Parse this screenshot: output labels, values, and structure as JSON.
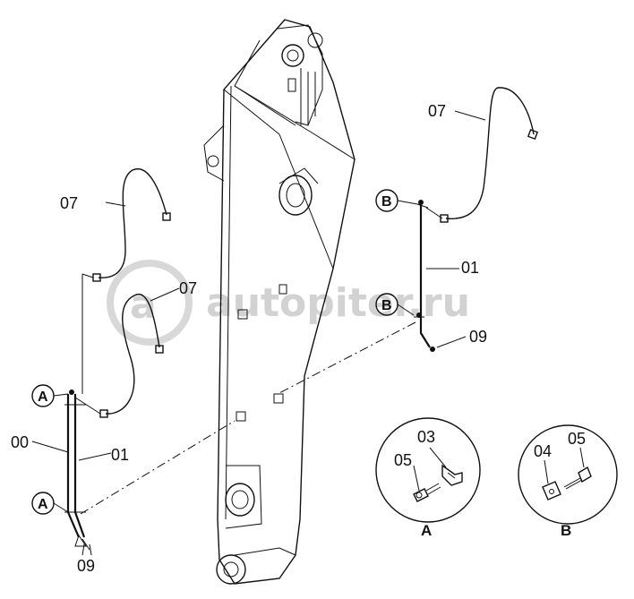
{
  "watermark": {
    "text": "autopiter.ru"
  },
  "callouts": {
    "label_07_top_right": "07",
    "label_07_left": "07",
    "label_07_mid": "07",
    "label_01_right": "01",
    "label_01_left": "01",
    "label_00": "00",
    "label_09_right": "09",
    "label_09_bottom": "09"
  },
  "markers": {
    "b_upper": "B",
    "b_lower": "B",
    "a_upper": "A",
    "a_lower": "A"
  },
  "detail_a": {
    "title": "A",
    "label_05": "05",
    "label_03": "03"
  },
  "detail_b": {
    "title": "B",
    "label_04": "04",
    "label_05": "05"
  }
}
